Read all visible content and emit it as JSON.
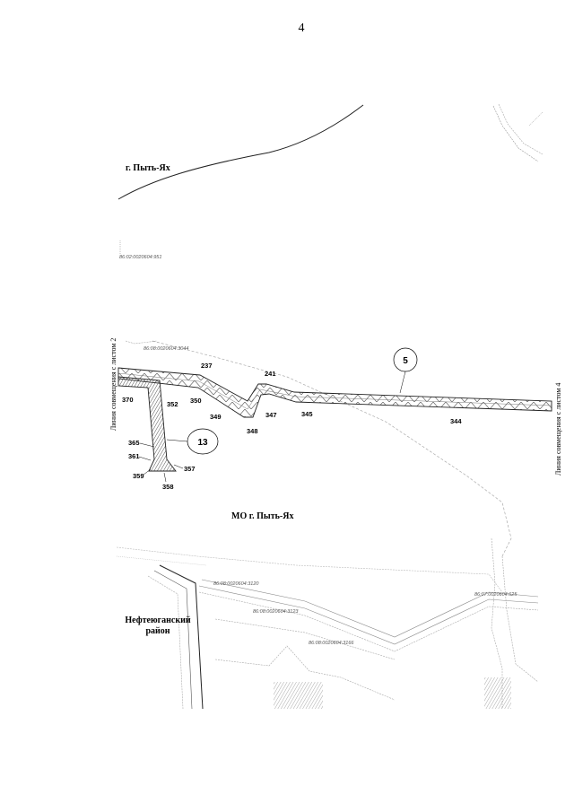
{
  "page_number": "4",
  "places": {
    "city": "г. Пыть-Ях",
    "mo": "МО г. Пыть-Ях",
    "district_line1": "Нефтеюганский",
    "district_line2": "район"
  },
  "match_lines": {
    "left": "Линия совмещения с листом 2",
    "right": "Линия совмещения с листом 4"
  },
  "cadastral": {
    "c951": "86:02:0020604:951",
    "c3044": "86:08:0020604:3044",
    "c3120": "86:08:0020604:3120",
    "c3123": "86:08:0020604:3123",
    "c625": "86:07:0020604:625",
    "c3166": "86:08:0020604:3166"
  },
  "points": {
    "p237": "237",
    "p241": "241",
    "p370": "370",
    "p352": "352",
    "p350": "350",
    "p349": "349",
    "p347": "347",
    "p345": "345",
    "p348": "348",
    "p344": "344",
    "p365": "365",
    "p361": "361",
    "p359": "359",
    "p357": "357",
    "p358": "358"
  },
  "circles": {
    "c5": "5",
    "c13": "13"
  },
  "icons": {
    "circle": "callout-circle-icon"
  }
}
